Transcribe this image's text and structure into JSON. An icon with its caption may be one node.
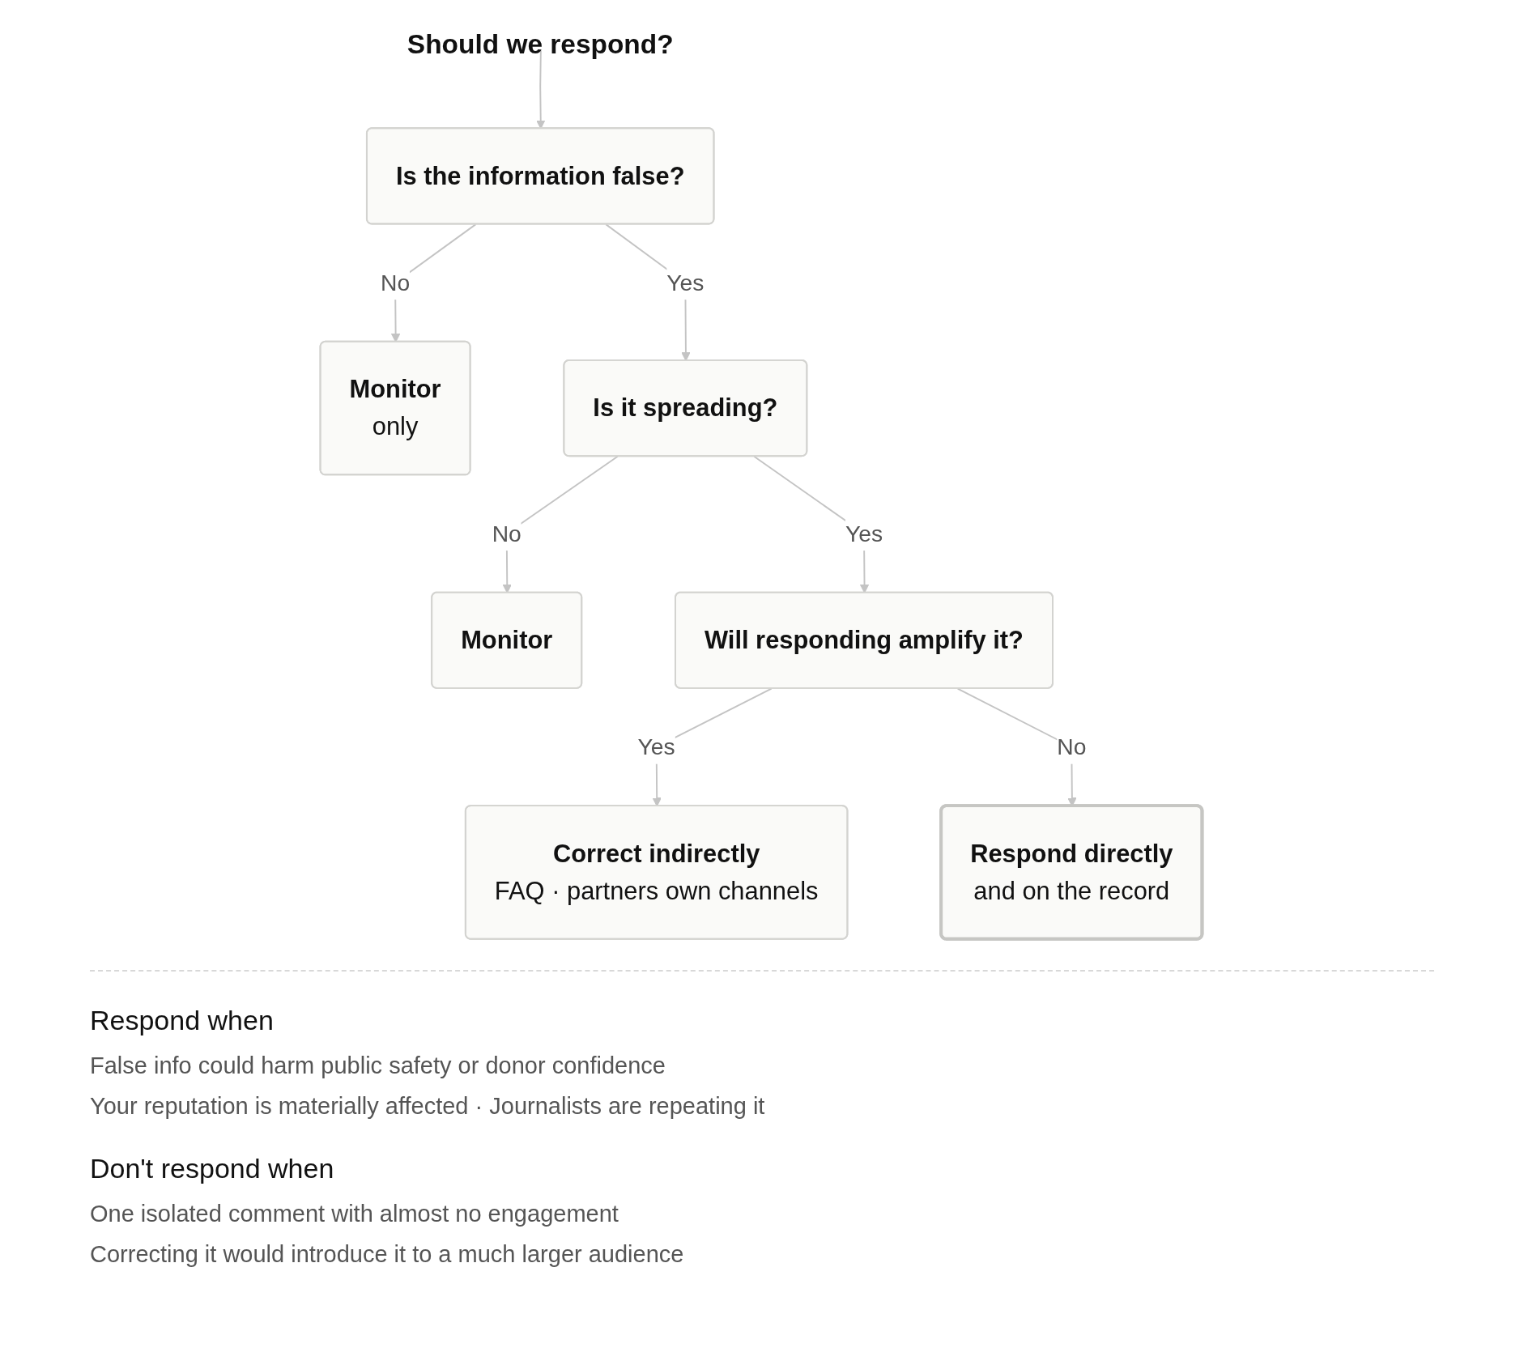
{
  "diagram": {
    "nodes": [
      {
        "text": [
          "Should we respond?"
        ]
      },
      {
        "text": [
          "Monitor",
          "only"
        ]
      },
      {
        "text": [
          "Is the information false?"
        ]
      },
      {
        "text": [
          "Monitor"
        ]
      },
      {
        "text": [
          "Is it spreading?"
        ]
      },
      {
        "text": [
          "Will responding amplify it?"
        ]
      },
      {
        "text": [
          "Correct indirectly",
          "FAQ · partners own channels"
        ]
      },
      {
        "text": [
          "Respond directly",
          "and on the record"
        ]
      }
    ],
    "edges": [
      {
        "from": 0,
        "to": 2,
        "arrow": "to"
      },
      {
        "from": 2,
        "to": 1,
        "arrow": "to",
        "label": "No"
      },
      {
        "from": 2,
        "to": 4,
        "arrow": "to",
        "label": "Yes"
      },
      {
        "from": 4,
        "to": 3,
        "arrow": "to",
        "label": "No"
      },
      {
        "from": 4,
        "to": 5,
        "arrow": "to",
        "label": "Yes"
      },
      {
        "from": 5,
        "to": 6,
        "arrow": "to",
        "label": "Yes"
      },
      {
        "from": 5,
        "to": 7,
        "arrow": "to",
        "label": "No"
      }
    ],
    "labels": [
      "Respond when",
      "False info could harm public safety or donor confidence",
      "Your reputation is materially affected · Journalists are repeating it",
      "Don't respond when",
      "One isolated comment with almost no engagement",
      "Correcting it would introduce it to a much larger audience"
    ]
  }
}
